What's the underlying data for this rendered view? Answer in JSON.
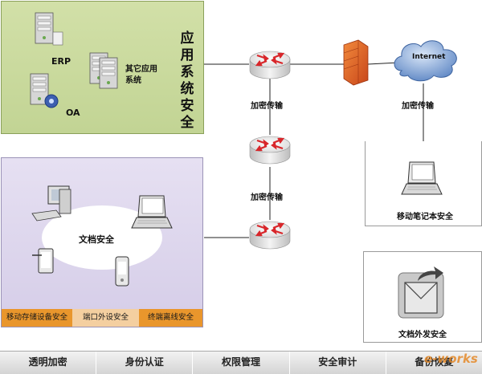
{
  "app_panel": {
    "title": "应用系统安全",
    "erp_label": "ERP",
    "other_apps_label": "其它应用\n系统",
    "oa_label": "OA"
  },
  "links": {
    "encrypt_top": "加密传输",
    "encrypt_right": "加密传输",
    "encrypt_middle": "加密传输"
  },
  "internet_label": "Internet",
  "doc_panel": {
    "center_label": "文档安全",
    "strip": [
      "移动存储设备安全",
      "端口外设安全",
      "终端离线安全"
    ],
    "strip_colors": [
      "#e9962c",
      "#f4cfa0",
      "#e9962c"
    ]
  },
  "laptop_box_label": "移动笔记本安全",
  "doc_out_box_label": "文档外发安全",
  "bottom_bar": [
    "透明加密",
    "身份认证",
    "权限管理",
    "安全审计",
    "备份恢复"
  ],
  "watermark": "e-works",
  "colors": {
    "app_panel_bg": "#c8d99c",
    "doc_panel_bg": "#ddd5ec",
    "router_arrow": "#d8262a",
    "firewall": "#e85a1a",
    "cloud": "#5d86c4"
  }
}
